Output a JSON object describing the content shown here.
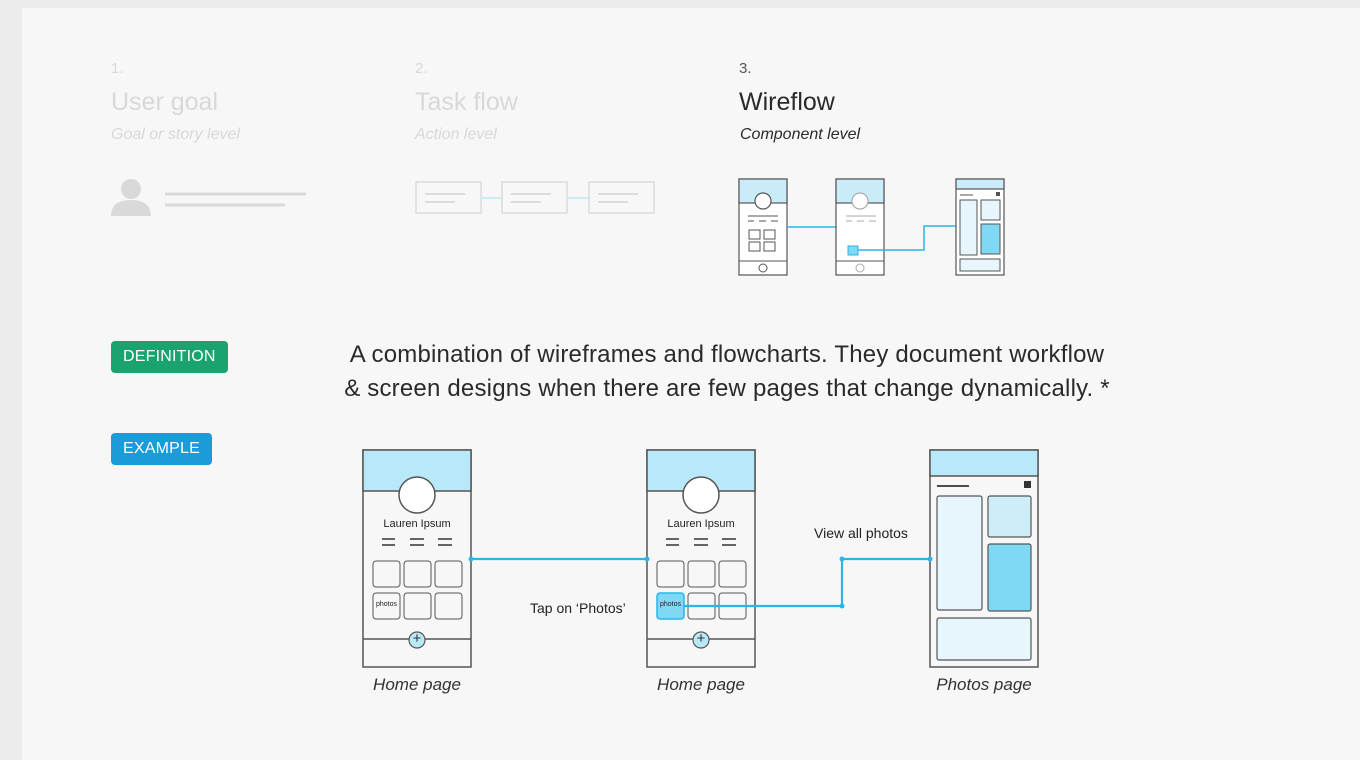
{
  "steps": [
    {
      "number": "1.",
      "title": "User goal",
      "subtitle": "Goal or story level",
      "state": "inactive"
    },
    {
      "number": "2.",
      "title": "Task flow",
      "subtitle": "Action level",
      "state": "inactive"
    },
    {
      "number": "3.",
      "title": "Wireflow",
      "subtitle": "Component level",
      "state": "active"
    }
  ],
  "badges": {
    "definition": "DEFINITION",
    "example": "EXAMPLE"
  },
  "definition": {
    "line1": "A combination of wireframes and flowcharts. They document workflow",
    "line2": "& screen designs when there are few pages that change dynamically. *"
  },
  "example": {
    "screens": [
      {
        "profile_name": "Lauren Ipsum",
        "tile_label": "photos",
        "caption": "Home page"
      },
      {
        "profile_name": "Lauren Ipsum",
        "tile_label": "photos",
        "caption": "Home page"
      },
      {
        "caption": "Photos page"
      }
    ],
    "annotations": {
      "tap": "Tap on ‘Photos’",
      "view_all": "View all photos"
    },
    "plus_glyph": "+"
  },
  "colors": {
    "accent_line": "#29b6e8",
    "screen_fill_light": "#c9ecf8",
    "screen_fill_dark": "#7fd8f4",
    "definition_badge": "#1aa36f",
    "example_badge": "#1b9bd8",
    "faded_text": "#d8d8d8"
  }
}
